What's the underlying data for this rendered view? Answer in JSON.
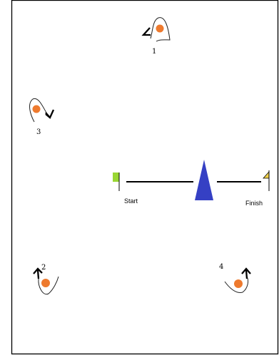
{
  "markers": [
    {
      "id": "1",
      "label": "1"
    },
    {
      "id": "2",
      "label": "2"
    },
    {
      "id": "3",
      "label": "3"
    },
    {
      "id": "4",
      "label": "4"
    }
  ],
  "course": {
    "start_label": "Start",
    "finish_label": "Finish"
  },
  "colors": {
    "ball": "#ee7a2e",
    "start_flag": "#99d633",
    "finish_flag": "#f2d24a",
    "cone": "#3540c4",
    "line": "#000000",
    "border": "#000000"
  }
}
